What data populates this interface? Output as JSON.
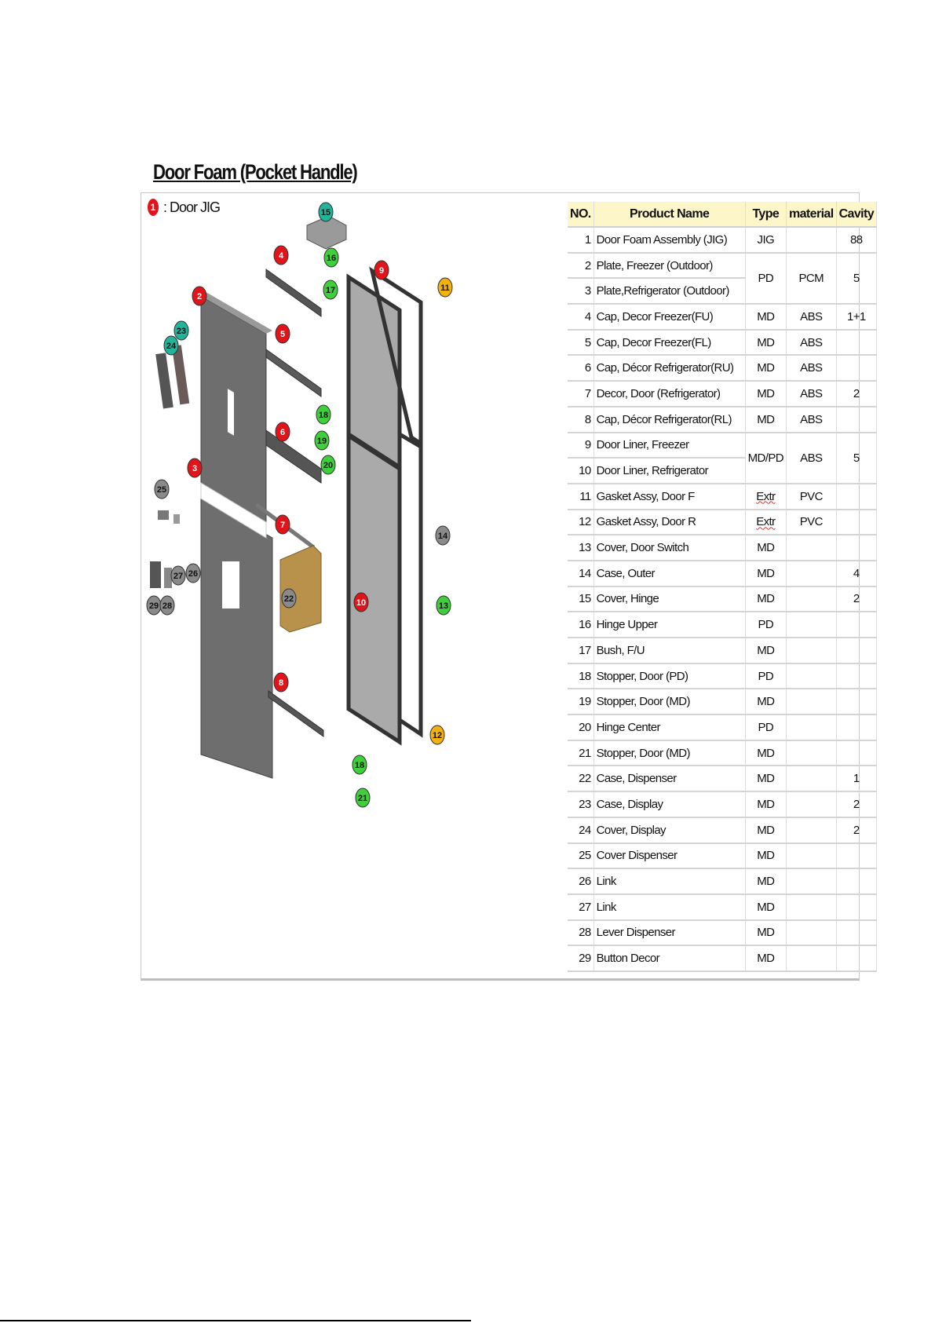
{
  "title": "Door Foam (Pocket Handle)",
  "legend": {
    "number": "1",
    "text": ": Door JIG"
  },
  "table": {
    "headers": {
      "no": "NO.",
      "name": "Product Name",
      "type": "Type",
      "material": "material",
      "cavity": "Cavity"
    },
    "rows": [
      {
        "no": "1",
        "name": "Door Foam Assembly (JIG)",
        "type": "JIG",
        "material": "",
        "cavity": "88"
      },
      {
        "no": "2",
        "name": "Plate, Freezer (Outdoor)",
        "type": "PD",
        "material": "PCM",
        "cavity": "5",
        "span": 2
      },
      {
        "no": "3",
        "name": "Plate,Refrigerator (Outdoor)",
        "merged": true
      },
      {
        "no": "4",
        "name": "Cap, Decor Freezer(FU)",
        "type": "MD",
        "material": "ABS",
        "cavity": "1+1"
      },
      {
        "no": "5",
        "name": "Cap, Decor Freezer(FL)",
        "type": "MD",
        "material": "ABS",
        "cavity": ""
      },
      {
        "no": "6",
        "name": "Cap, Décor Refrigerator(RU)",
        "type": "MD",
        "material": "ABS",
        "cavity": ""
      },
      {
        "no": "7",
        "name": "Decor, Door (Refrigerator)",
        "type": "MD",
        "material": "ABS",
        "cavity": "2"
      },
      {
        "no": "8",
        "name": "Cap, Décor Refrigerator(RL)",
        "type": "MD",
        "material": "ABS",
        "cavity": ""
      },
      {
        "no": "9",
        "name": "Door Liner, Freezer",
        "type": "MD/PD",
        "material": "ABS",
        "cavity": "5",
        "span": 2
      },
      {
        "no": "10",
        "name": "Door Liner, Refrigerator",
        "merged": true
      },
      {
        "no": "11",
        "name": "Gasket Assy, Door F",
        "type": "Extr",
        "material": "PVC",
        "cavity": ""
      },
      {
        "no": "12",
        "name": "Gasket Assy, Door R",
        "type": "Extr",
        "material": "PVC",
        "cavity": ""
      },
      {
        "no": "13",
        "name": "Cover, Door Switch",
        "type": "MD",
        "material": "",
        "cavity": ""
      },
      {
        "no": "14",
        "name": "Case, Outer",
        "type": "MD",
        "material": "",
        "cavity": "4"
      },
      {
        "no": "15",
        "name": "Cover, Hinge",
        "type": "MD",
        "material": "",
        "cavity": "2"
      },
      {
        "no": "16",
        "name": "Hinge Upper",
        "type": "PD",
        "material": "",
        "cavity": ""
      },
      {
        "no": "17",
        "name": "Bush, F/U",
        "type": "MD",
        "material": "",
        "cavity": ""
      },
      {
        "no": "18",
        "name": "Stopper, Door (PD)",
        "type": "PD",
        "material": "",
        "cavity": ""
      },
      {
        "no": "19",
        "name": "Stopper, Door (MD)",
        "type": "MD",
        "material": "",
        "cavity": ""
      },
      {
        "no": "20",
        "name": "Hinge Center",
        "type": "PD",
        "material": "",
        "cavity": ""
      },
      {
        "no": "21",
        "name": "Stopper, Door (MD)",
        "type": "MD",
        "material": "",
        "cavity": ""
      },
      {
        "no": "22",
        "name": "Case, Dispenser",
        "type": "MD",
        "material": "",
        "cavity": "1"
      },
      {
        "no": "23",
        "name": "Case, Display",
        "type": "MD",
        "material": "",
        "cavity": "2"
      },
      {
        "no": "24",
        "name": "Cover, Display",
        "type": "MD",
        "material": "",
        "cavity": "2"
      },
      {
        "no": "25",
        "name": "Cover Dispenser",
        "type": "MD",
        "material": "",
        "cavity": ""
      },
      {
        "no": "26",
        "name": "Link",
        "type": "MD",
        "material": "",
        "cavity": ""
      },
      {
        "no": "27",
        "name": "Link",
        "type": "MD",
        "material": "",
        "cavity": ""
      },
      {
        "no": "28",
        "name": "Lever Dispenser",
        "type": "MD",
        "material": "",
        "cavity": ""
      },
      {
        "no": "29",
        "name": "Button Decor",
        "type": "MD",
        "material": "",
        "cavity": ""
      }
    ]
  },
  "diagram": {
    "colors": {
      "red": "#e0141a",
      "green": "#3ecf3a",
      "teal": "#22b39a",
      "yellow": "#f2b10c",
      "gray": "#8a8a8a",
      "panel": "#6e6e6e",
      "case": "#b8924a"
    },
    "callouts": [
      {
        "label": "15",
        "color": "teal"
      },
      {
        "label": "4",
        "color": "red"
      },
      {
        "label": "16",
        "color": "green"
      },
      {
        "label": "17",
        "color": "green"
      },
      {
        "label": "9",
        "color": "red"
      },
      {
        "label": "11",
        "color": "yellow"
      },
      {
        "label": "2",
        "color": "red"
      },
      {
        "label": "23",
        "color": "teal"
      },
      {
        "label": "24",
        "color": "teal"
      },
      {
        "label": "5",
        "color": "red"
      },
      {
        "label": "18",
        "color": "green"
      },
      {
        "label": "6",
        "color": "red"
      },
      {
        "label": "19",
        "color": "green"
      },
      {
        "label": "20",
        "color": "green"
      },
      {
        "label": "3",
        "color": "red"
      },
      {
        "label": "25",
        "color": "gray"
      },
      {
        "label": "7",
        "color": "red"
      },
      {
        "label": "14",
        "color": "gray"
      },
      {
        "label": "27",
        "color": "gray"
      },
      {
        "label": "26",
        "color": "gray"
      },
      {
        "label": "22",
        "color": "gray"
      },
      {
        "label": "10",
        "color": "red"
      },
      {
        "label": "13",
        "color": "green"
      },
      {
        "label": "29",
        "color": "gray"
      },
      {
        "label": "28",
        "color": "gray"
      },
      {
        "label": "8",
        "color": "red"
      },
      {
        "label": "12",
        "color": "yellow"
      },
      {
        "label": "18",
        "color": "green"
      },
      {
        "label": "21",
        "color": "green"
      }
    ]
  }
}
